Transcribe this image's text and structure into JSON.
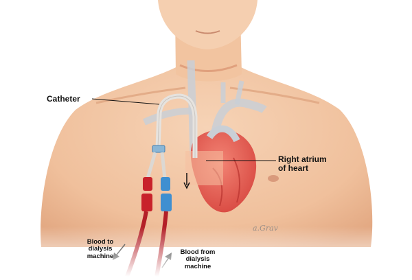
{
  "diagram": {
    "labels": {
      "catheter": "Catheter",
      "right_atrium_line1": "Right atrium",
      "right_atrium_line2": "of heart",
      "blood_to_line1": "Blood to",
      "blood_to_line2": "dialysis",
      "blood_to_line3": "machine",
      "blood_from_line1": "Blood from",
      "blood_from_line2": "dialysis",
      "blood_from_line3": "machine"
    },
    "signature": "a.Grav",
    "colors": {
      "skin": "#f3c9a6",
      "skin_shadow": "#e2a984",
      "heart": "#e2534a",
      "vessel": "#c9cfd6",
      "catheter": "#e6e3df",
      "arterial_line": "#c8222b",
      "venous_line": "#3f8fd0"
    }
  }
}
